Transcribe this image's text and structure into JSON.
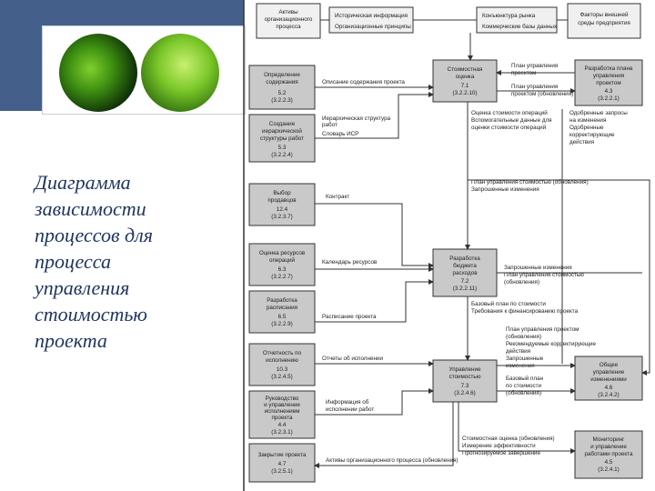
{
  "slide": {
    "title_lines": [
      "Диаграмма",
      "зависимости",
      "процессов для",
      "процесса",
      "управления",
      "стоимостью",
      "проекта"
    ]
  },
  "diagram": {
    "top_boxes": [
      [
        "Активы",
        "организационного",
        "процесса"
      ],
      [
        "Историческая информация",
        "Организационные принципы"
      ],
      [
        "Конъюнктура рынка",
        "Коммерческие базы данных"
      ],
      [
        "Факторы внешней",
        "среды предприятия"
      ]
    ],
    "left_boxes": [
      [
        "Определение",
        "содержания",
        "5.2",
        "(3.2.2.3)"
      ],
      [
        "Создание",
        "иерархической",
        "структуры работ",
        "5.3",
        "(3.2.2.4)"
      ],
      [
        "Выбор",
        "продавцов",
        "12.4",
        "(3.2.3.7)"
      ],
      [
        "Оценка ресурсов",
        "операций",
        "6.3",
        "(3.2.2.7)"
      ],
      [
        "Разработка",
        "расписания",
        "6.5",
        "(3.2.2.9)"
      ],
      [
        "Отчетность по",
        "исполнению",
        "10.3",
        "(3.2.4.5)"
      ],
      [
        "Руководство",
        "и управление",
        "исполнением",
        "проекта",
        "4.4",
        "(3.2.3.1)"
      ],
      [
        "Закрытие проекта",
        "4.7",
        "(3.2.5.1)"
      ]
    ],
    "center_boxes": [
      [
        "Стоимостная",
        "оценка",
        "7.1",
        "(3.2.2.10)"
      ],
      [
        "Разработка",
        "бюджета",
        "расходов",
        "7.2",
        "(3.2.2.11)"
      ],
      [
        "Управление",
        "стоимостью",
        "7.3",
        "(3.2.4.6)"
      ]
    ],
    "right_boxes": [
      [
        "Разработка плана",
        "управления",
        "проектом",
        "4.3",
        "(3.2.2.1)"
      ],
      [
        "Общее",
        "управление",
        "изменениями",
        "4.6",
        "(3.2.4.2)"
      ],
      [
        "Мониторинг",
        "и управление",
        "работами проекта",
        "4.5",
        "(3.2.4.1)"
      ]
    ],
    "labels": {
      "scope_statement": "Описание содержания проекта",
      "wbs": [
        "Иерархическая структура",
        "работ",
        "Словарь ИСР"
      ],
      "pm_plan": [
        "План управления",
        "проектом"
      ],
      "pm_plan_update": [
        "План управления",
        "проектом (обновления)"
      ],
      "cost_estimates": [
        "Оценка стоимости операций",
        "Вспомогательные данные для",
        "оценки стоимости операций"
      ],
      "approved_changes": [
        "Одобренные запросы",
        "на изменения",
        "Одобренные",
        "корректирующие",
        "действия"
      ],
      "cost_plan_update": [
        "План управления стоимостью (обновления)",
        "Запрошенные изменения"
      ],
      "contract": "Контракт",
      "resource_calendar": "Календарь ресурсов",
      "schedule": "Расписание проекта",
      "budget_outputs": [
        "Запрошенные изменения",
        "План управления стоимостью",
        "(обновления)"
      ],
      "baseline": [
        "Базовый план по стоимости",
        "Требования к финансированию проекта"
      ],
      "control_inputs": [
        "План управления проектом",
        "(обновления)",
        "Рекомендуемые корректирующие",
        "действия",
        "Запрошенные",
        "изменения"
      ],
      "baseline_update": [
        "Базовый план",
        "по стоимости",
        "(обновления)"
      ],
      "performance_reports": "Отчеты об исполнении",
      "work_performance": [
        "Информация об",
        "исполнении работ"
      ],
      "control_outputs": [
        "Стоимостная оценка (обновления)",
        "Измерение эффективности",
        "Прогнозируемое завершение"
      ],
      "opa_updates": "Активы организационного процесса (обновления)"
    }
  }
}
